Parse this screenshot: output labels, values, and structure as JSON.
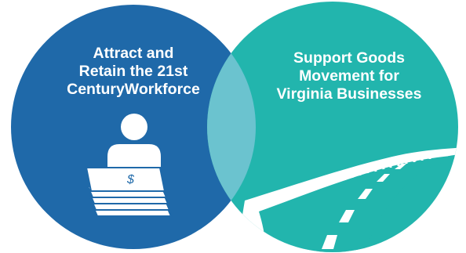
{
  "diagram": {
    "left_circle": {
      "label_lines": [
        "Attract and",
        "Retain the 21st",
        "CenturyWorkforce"
      ],
      "color": "#1f69a9",
      "icon": "person-at-desk-with-papers-icon",
      "paper_symbol": "$"
    },
    "right_circle": {
      "label_lines": [
        "Support Goods",
        "Movement for",
        "Virginia Businesses"
      ],
      "color": "#22b5ad",
      "icon": "highway-road-icon"
    },
    "overlap_color": "#6bc3cf"
  }
}
